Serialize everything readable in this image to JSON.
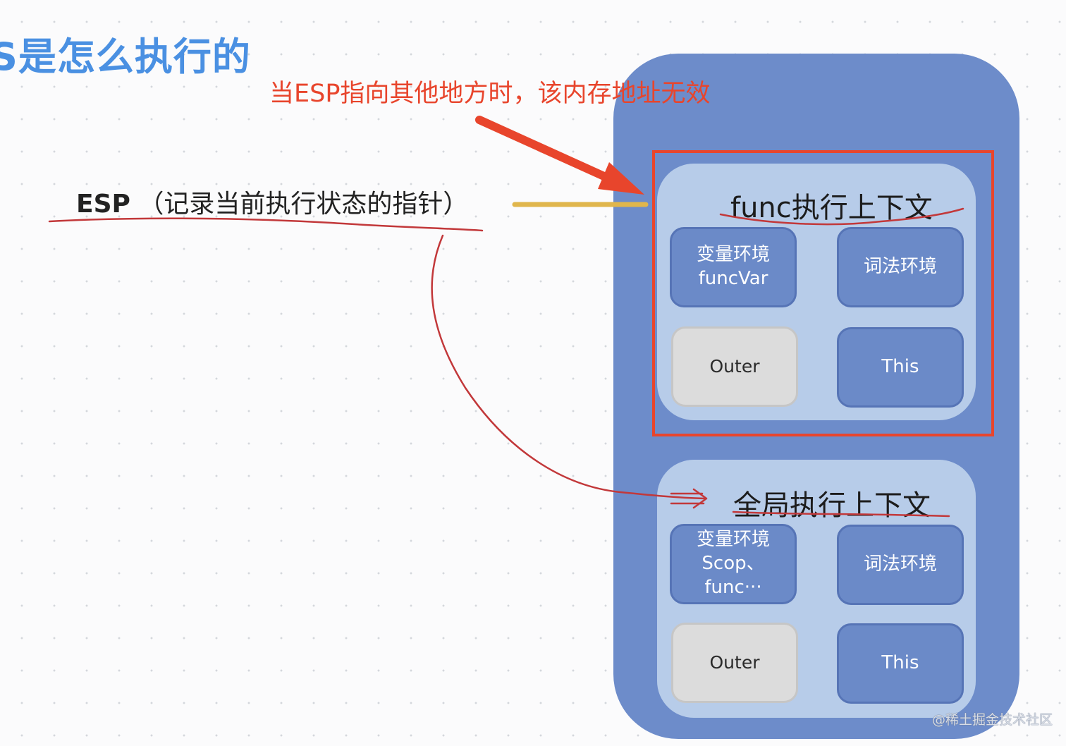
{
  "header": {
    "title": "S是怎么执行的"
  },
  "annotation": {
    "text": "当ESP指向其他地方时，该内存地址无效"
  },
  "esp": {
    "name": "ESP",
    "description": "（记录当前执行状态的指针）"
  },
  "contexts": {
    "func": {
      "title": "func执行上下文",
      "var_env": {
        "line1": "变量环境",
        "line2": "funcVar"
      },
      "lex_env": "词法环境",
      "outer": "Outer",
      "this": "This"
    },
    "global": {
      "title": "全局执行上下文",
      "var_env": {
        "line1": "变量环境",
        "line2": "Scop、",
        "line3": "func···"
      },
      "lex_env": "词法环境",
      "outer": "Outer",
      "this": "This"
    }
  },
  "watermark": "@稀土掘金技术社区",
  "colors": {
    "title": "#4a90e2",
    "annotation": "#e8452c",
    "stack": "#6d8cca",
    "context": "#b7cce9",
    "cell_blue": "#6b8ac8",
    "cell_gray": "#dcdcdc",
    "ink": "#c2383a",
    "pointer": "#e0b64c"
  }
}
